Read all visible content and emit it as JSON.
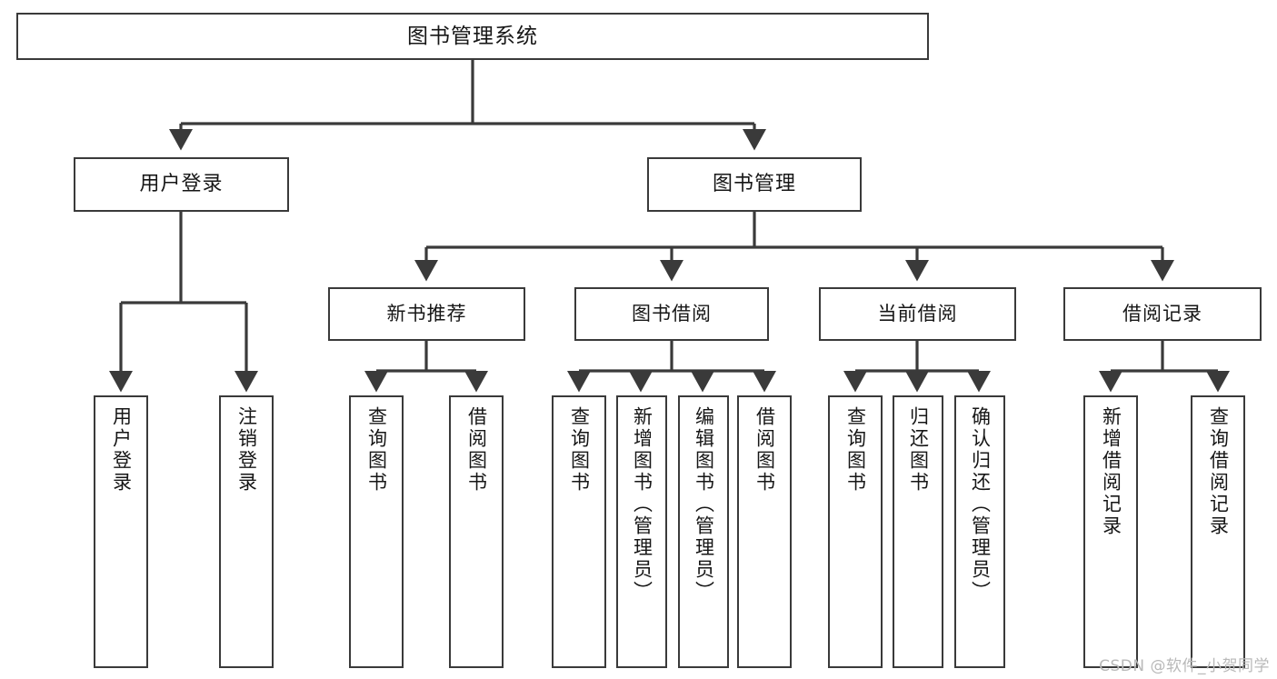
{
  "diagram": {
    "title": "图书管理系统",
    "type": "tree-hierarchy-chart",
    "arrow_color": "#3a3a3a",
    "box_border_color": "#3a3a3a",
    "background_color": "#ffffff",
    "text_color": "#161616"
  },
  "nodes": {
    "root": {
      "label": "图书管理系统"
    },
    "level2": [
      {
        "label": "用户登录"
      },
      {
        "label": "图书管理"
      }
    ],
    "level3": [
      {
        "label": "新书推荐"
      },
      {
        "label": "图书借阅"
      },
      {
        "label": "当前借阅"
      },
      {
        "label": "借阅记录"
      }
    ],
    "leaves": {
      "user_login": [
        {
          "label": "用户登录"
        },
        {
          "label": "注销登录"
        }
      ],
      "new_book_recommend": [
        {
          "label": "查询图书"
        },
        {
          "label": "借阅图书"
        }
      ],
      "book_borrow": [
        {
          "label": "查询图书"
        },
        {
          "label": "新增图书（管理员）"
        },
        {
          "label": "编辑图书（管理员）"
        },
        {
          "label": "借阅图书"
        }
      ],
      "current_borrow": [
        {
          "label": "查询图书"
        },
        {
          "label": "归还图书"
        },
        {
          "label": "确认归还（管理员）"
        }
      ],
      "borrow_record": [
        {
          "label": "新增借阅记录"
        },
        {
          "label": "查询借阅记录"
        }
      ]
    }
  },
  "watermark": {
    "text": "CSDN @软件_小贺同学"
  }
}
